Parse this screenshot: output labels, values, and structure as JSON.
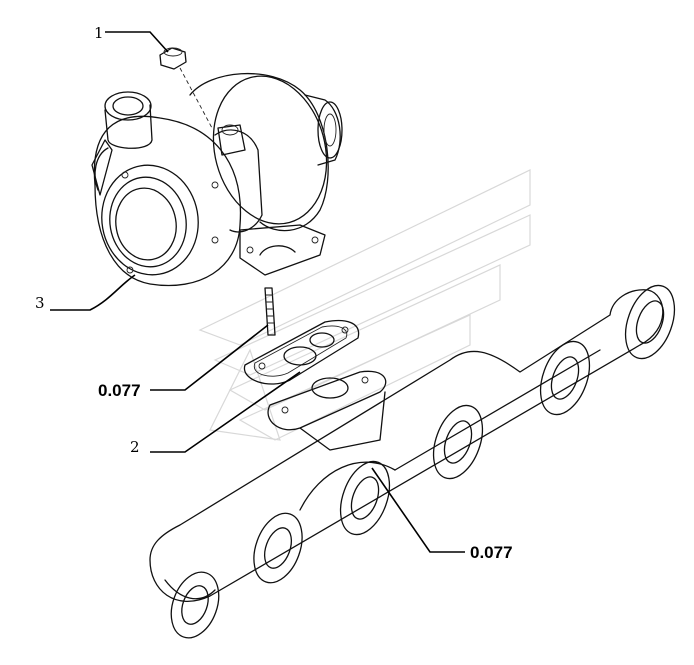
{
  "callouts": {
    "part1": "1",
    "part2": "2",
    "part3": "3",
    "gasket_code_upper": "0.077",
    "gasket_code_lower": "0.077"
  }
}
